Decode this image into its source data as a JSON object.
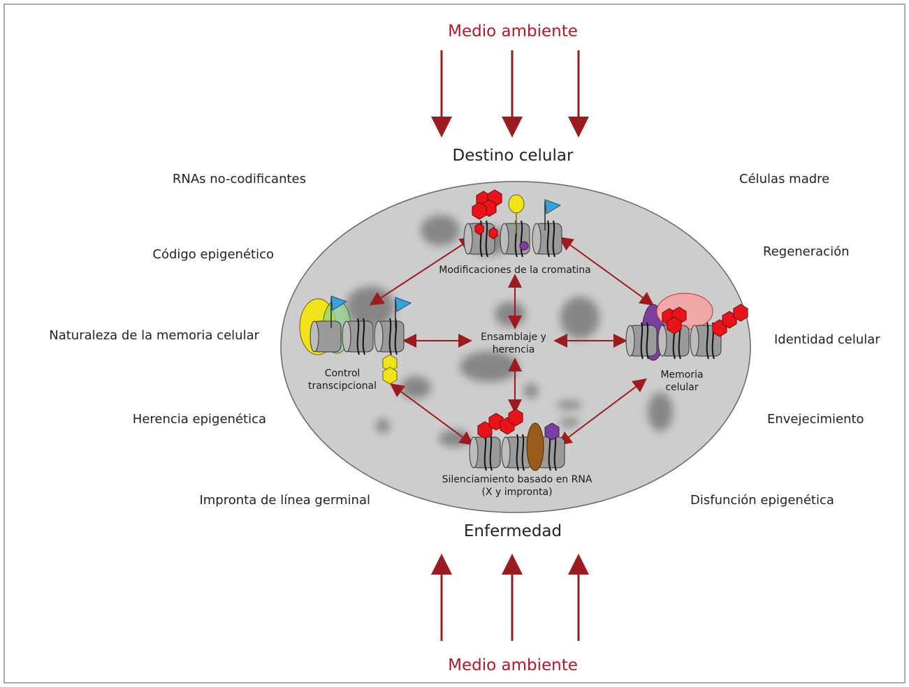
{
  "environment": {
    "top_label": "Medio ambiente",
    "bottom_label": "Medio ambiente",
    "arrow_color": "#9b1b1f"
  },
  "cell": {
    "top_title": "Destino celular",
    "bottom_title": "Enfermedad",
    "fill_color": "#cccccc",
    "nodes": {
      "chromatin_mods": "Modificaciones de la cromatina",
      "assembly_line1": "Ensamblaje y",
      "assembly_line2": "herencia",
      "transcription_line1": "Control",
      "transcription_line2": "transcipcional",
      "memory_line1": "Memoria",
      "memory_line2": "celular",
      "rna_silencing_line1": "Silenciamiento basado en RNA",
      "rna_silencing_line2": "(X y impronta)"
    }
  },
  "left_topics": [
    "RNAs no-codificantes",
    "Código epigenético",
    "Naturaleza de la memoria celular",
    "Herencia epigenética",
    "Impronta de línea germinal"
  ],
  "right_topics": [
    "Células madre",
    "Regeneración",
    "Identidad celular",
    "Envejecimiento",
    "Disfunción epigenética"
  ],
  "colors": {
    "acetyl_red": "#e8141c",
    "flag_blue": "#3aa0d8",
    "yellow": "#f2e21a",
    "purple": "#7b3fa0",
    "green": "#8fd08a",
    "brown": "#9a5a1a",
    "pink": "#f2a7a7"
  }
}
